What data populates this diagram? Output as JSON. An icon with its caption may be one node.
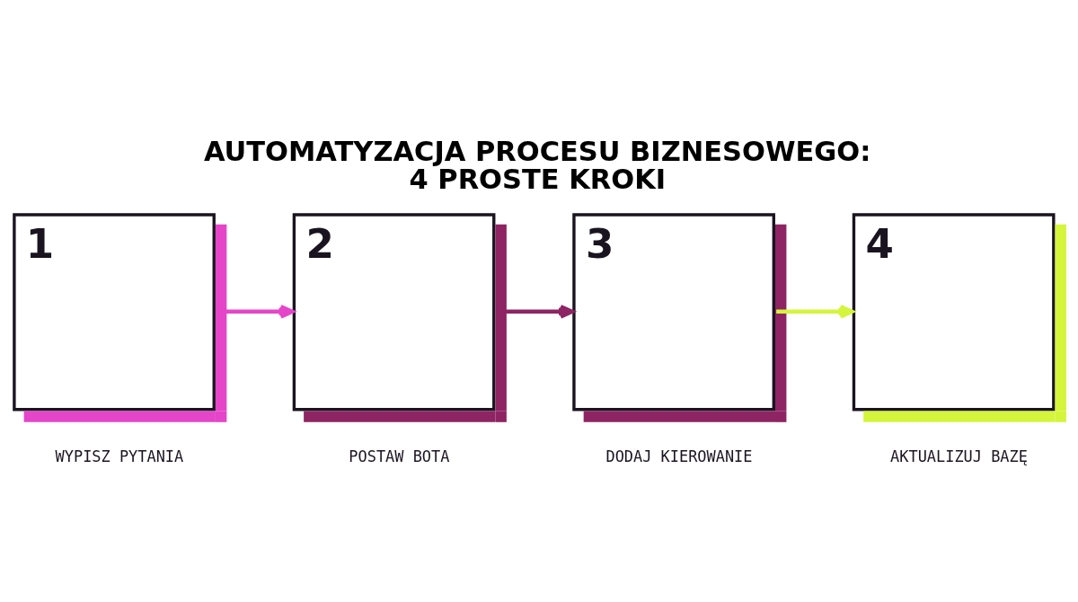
{
  "diagram": {
    "title": "AUTOMATYZACJA PROCESU BIZNESOWEGO: 4 PROSTE KROKI",
    "nodes": [
      {
        "text": [
          "1"
        ],
        "beside": [
          "WYPISZ PYTANIA"
        ]
      },
      {
        "text": [
          "2"
        ],
        "beside": [
          "POSTAW BOTA"
        ]
      },
      {
        "text": [
          "3"
        ],
        "beside": [
          "DODAJ KIEROWANIE"
        ]
      },
      {
        "text": [
          "4"
        ],
        "beside": [
          "AKTUALIZUJ BAZĘ"
        ]
      }
    ],
    "edges": [
      {
        "from": 0,
        "to": 1,
        "arrow": "to",
        "color": "#e545c9"
      },
      {
        "from": 1,
        "to": 2,
        "arrow": "to",
        "color": "#8e2463"
      },
      {
        "from": 2,
        "to": 3,
        "arrow": "to",
        "color": "#d4f53c"
      }
    ]
  }
}
